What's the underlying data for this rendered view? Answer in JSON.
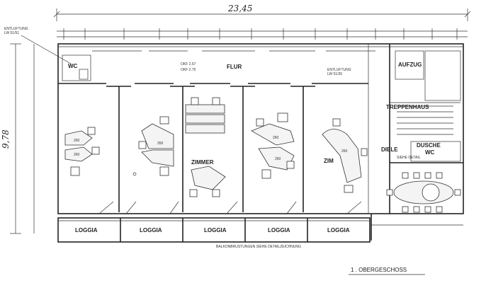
{
  "drawing": {
    "overall_width": "23,45",
    "overall_depth": "9,78",
    "floor_title": "1 . OBERGESCHOSS"
  },
  "rooms": {
    "wc_left": "WC",
    "flur": "FLUR",
    "zimmer": "ZIMMER",
    "zim_partial": "ZIM",
    "aufzug": "AUFZUG",
    "treppenhaus": "TREPPENHAUS",
    "wc_right": "WC",
    "dusche": "DUSCHE",
    "diele": "DIELE"
  },
  "loggias": [
    "LOGGIA",
    "LOGGIA",
    "LOGGIA",
    "LOGGIA",
    "LOGGIA"
  ],
  "notes": {
    "entlueftung_left": "ENTLUFTUNG",
    "entlueftung_left_sub": "LW 51/51",
    "entlueftung_right": "ENTLUFTUNG",
    "entlueftung_right_sub": "LW 51/26",
    "okf_1": "OKF 2.67",
    "okf_2": "OKF 2.75",
    "balkon_note": "BALKONBRUSTUNGEN SIEHE DETAILZEICHNUNG",
    "siehe_detail": "SIEHE DETAIL"
  },
  "desk_labels": {
    "d1": "260",
    "d2": "260",
    "d3": "260",
    "d4": "260",
    "d5": "260",
    "d6": "260"
  }
}
